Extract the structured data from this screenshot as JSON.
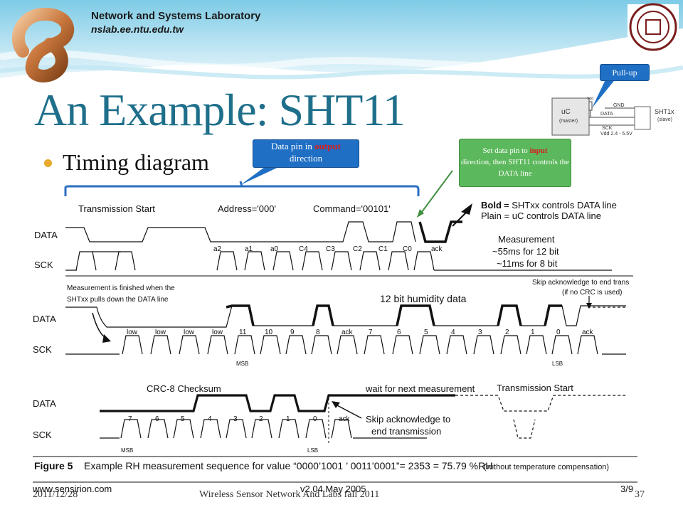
{
  "header": {
    "lab_name": "Network and Systems Laboratory",
    "lab_url": "nslab.ee.ntu.edu.tw"
  },
  "slide": {
    "title": "An Example: SHT11",
    "bullet": "Timing diagram"
  },
  "callouts": {
    "output_pre": "Data pin in ",
    "output_hl": "output",
    "output_post": "direction",
    "input_pre": "Set data pin to ",
    "input_hl": "input",
    "input_post": "direction, then SHT11 controls the DATA line",
    "pullup": "Pull-up"
  },
  "schematic": {
    "uc": "uC",
    "uc_sub": "(master)",
    "vdd": "Vdd",
    "gnd": "GND",
    "data": "DATA",
    "sck": "SCK",
    "sht": "SHT1x",
    "sht_sub": "(slave)",
    "vdd_range": "Vdd 2.4 - 5.5V"
  },
  "figure": {
    "row1": {
      "data": "DATA",
      "sck": "SCK",
      "trans_start": "Transmission Start",
      "address": "Address='000'",
      "command": "Command='00101'",
      "bits": [
        "a2",
        "a1",
        "a0",
        "C4",
        "C3",
        "C2",
        "C1",
        "C0",
        "ack"
      ],
      "bold_word": "Bold",
      "bold_desc": " = SHTxx controls DATA line",
      "plain_desc": "Plain = uC controls DATA line",
      "meas": [
        "Measurement",
        "~55ms for 12 bit",
        "~11ms for 8 bit"
      ]
    },
    "row2": {
      "data": "DATA",
      "sck": "SCK",
      "finish_note": [
        "Measurement is finished when the",
        "SHTxx pulls down the DATA line"
      ],
      "skip_note": [
        "Skip acknowledge to end trans",
        "(if no CRC is used)"
      ],
      "humidity": "12 bit humidity data",
      "bits": [
        "low",
        "low",
        "low",
        "low",
        "11",
        "10",
        "9",
        "8",
        "ack",
        "7",
        "6",
        "5",
        "4",
        "3",
        "2",
        "1",
        "0",
        "ack"
      ],
      "msb": "MSB",
      "lsb": "LSB"
    },
    "row3": {
      "data": "DATA",
      "sck": "SCK",
      "crc": "CRC-8 Checksum",
      "wait": "wait for next measurement",
      "trans_start": "Transmission Start",
      "skip": [
        "Skip acknowledge to",
        "end transmission"
      ],
      "bits": [
        "7",
        "6",
        "5",
        "4",
        "3",
        "2",
        "1",
        "0",
        "ack"
      ],
      "msb": "MSB",
      "lsb": "LSB"
    },
    "caption_label": "Figure 5",
    "caption_text": "Example RH measurement sequence for value “0000’1001 ’ 0011’0001”= 2353 = 75.79 %RH",
    "caption_note": "(without temperature compensation)",
    "src_url": "www.sensirion.com",
    "src_ver": "v2.04 May 2005",
    "src_page": "3/9"
  },
  "footer": {
    "date": "2011/12/28",
    "course": "Wireless Sensor Network And Labs fall 2011",
    "page": "37"
  },
  "colors": {
    "title": "#1f6f8b",
    "accent": "#e8a92c",
    "callout_blue": "#1f6fc4",
    "callout_green": "#5cb85c",
    "highlight": "#d42020"
  }
}
